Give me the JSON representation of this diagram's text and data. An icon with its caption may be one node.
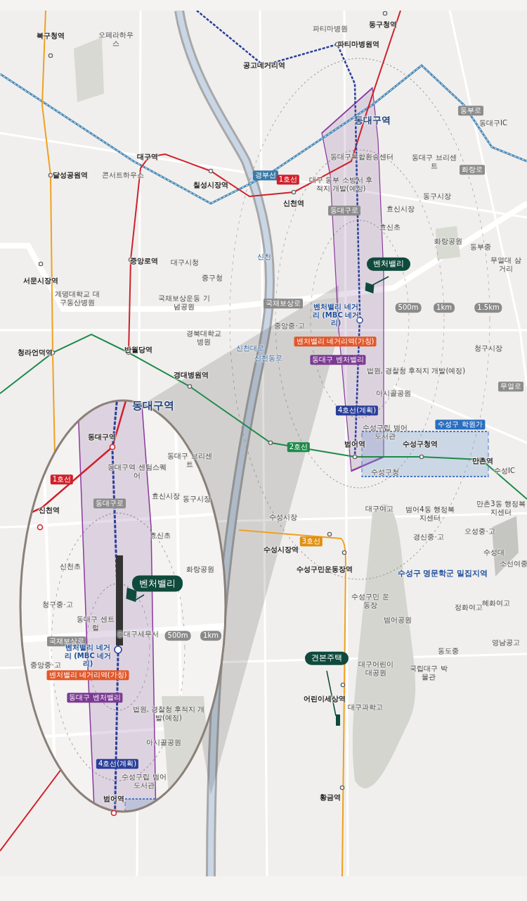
{
  "diagram": {
    "labels": [
      "북구청역",
      "오페라하우스",
      "동구청역",
      "파티마병원",
      "파티마병원역",
      "공고네거리역",
      "동대구역",
      "대구 동부 소방서 후적지 개발(예정)",
      "동대구복합환승센터",
      "동부로",
      "동대구IC",
      "동대구 브리센트",
      "대구역",
      "달성공원역",
      "콘서트하우스",
      "화랑로",
      "칠성시장역",
      "경부선",
      "1호선",
      "신천역",
      "동대구로",
      "효신시장",
      "동구시장",
      "효신초",
      "중앙로역",
      "대구시청",
      "중구청",
      "신천",
      "화랑공원",
      "동부중",
      "무열대 삼거리",
      "서문시장역",
      "계명대학교 대구동산병원",
      "국채보상운동 기념공원",
      "국채보상로",
      "벤처밸리",
      "500m",
      "1km",
      "1.5km",
      "벤처밸리 네거리 (MBC 네거리)",
      "중앙중·고",
      "경북대학교 병원",
      "벤처밸리 네거리역(가칭)",
      "동대구 벤처밸리",
      "청라언덕역",
      "반월당역",
      "신천대로",
      "신천동로",
      "법원, 경찰청 후적지 개발(예정)",
      "청구시장",
      "경대병원역",
      "무열로",
      "아시골공원",
      "4호선(계획)",
      "수성구 학원가",
      "수성구립 범어도서관",
      "2호선",
      "범어역",
      "수성구청역",
      "만촌역",
      "수성구청",
      "수성IC",
      "대구여고",
      "범어4동 행정복지센터",
      "만촌3동 행정복지센터",
      "수성시장",
      "경신중·고",
      "오성중·고",
      "3호선",
      "수성시장역",
      "수성대",
      "소선여중",
      "수성구민운동장역",
      "수성구 명문학군 밀집지역",
      "수성구민 운동장",
      "정화여고",
      "혜화여고",
      "범어공원",
      "영남공고",
      "동도중",
      "견본주택",
      "대구어린이 대공원",
      "국립대구 박물관",
      "어린이세상역",
      "대구과학고",
      "황금역",
      "동대구역",
      "동대구역",
      "동대구역 센텀스퀘어",
      "동대구 브리센트",
      "1호선",
      "효신시장",
      "동구시장",
      "신천역",
      "동대구로",
      "효신초",
      "신천초",
      "화랑공원",
      "벤처밸리",
      "청구중·고",
      "동대구 센트럴",
      "동대구세무서",
      "500m",
      "1km",
      "국채보상로",
      "벤처밸리 네거리 (MBC 네거리)",
      "중앙중·고",
      "벤처밸리 네거리역(가칭)",
      "동대구 벤처밸리",
      "법원, 경찰청 후적지 개발(예정)",
      "아시골공원",
      "4호선(계획)",
      "수성구립 범어도서관",
      "범어역"
    ]
  }
}
